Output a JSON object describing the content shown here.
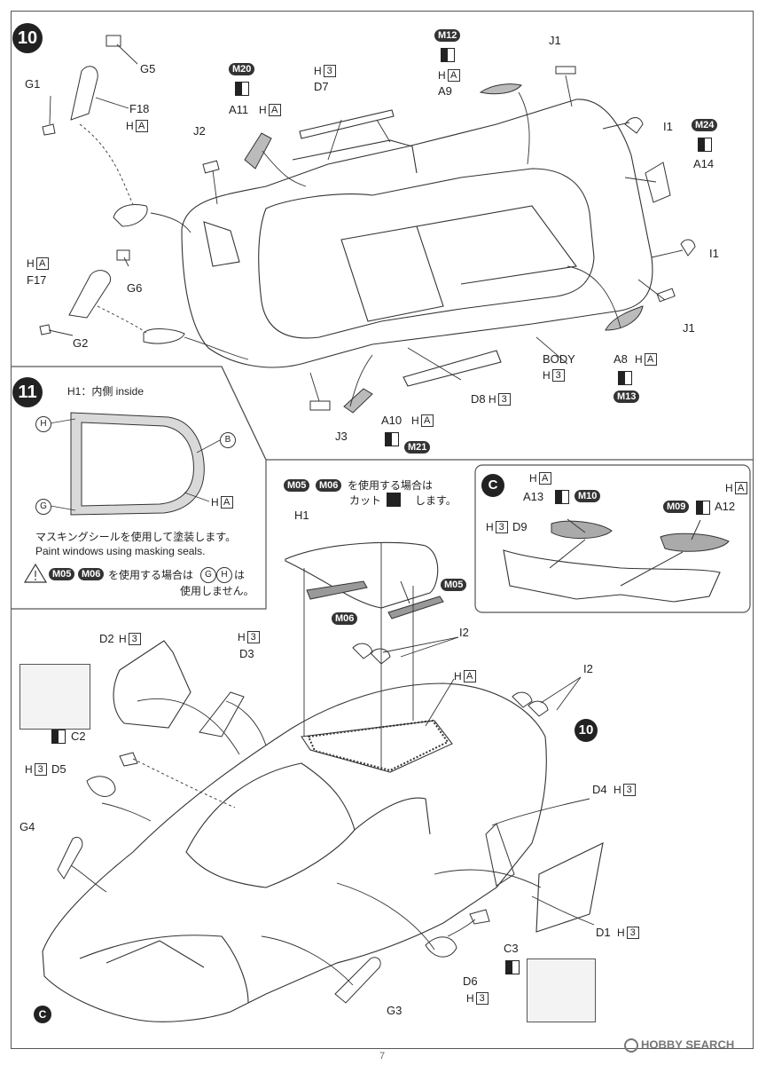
{
  "steps": {
    "s10": "10",
    "s11": "11",
    "s10ref": "10",
    "c": "C",
    "cref": "C"
  },
  "page_number": "7",
  "watermark": "HOBBY SEARCH",
  "h_prefix": "H",
  "hv": {
    "three": "3",
    "a": "A"
  },
  "parts": {
    "g1": "G1",
    "g5": "G5",
    "f18": "F18",
    "j2": "J2",
    "a11": "A11",
    "d7": "D7",
    "a9": "A9",
    "j1a": "J1",
    "i1a": "I1",
    "a14": "A14",
    "i1b": "I1",
    "j1b": "J1",
    "f17": "F17",
    "g6": "G6",
    "g2": "G2",
    "body": "BODY",
    "a8": "A8",
    "d8": "D8",
    "a10": "A10",
    "j3": "J3",
    "h1": "H1",
    "i2a": "I2",
    "i2b": "I2",
    "d2": "D2",
    "d3": "D3",
    "c2": "C2",
    "d5": "D5",
    "g4": "G4",
    "d4": "D4",
    "d1": "D1",
    "c3": "C3",
    "d6": "D6",
    "g3": "G3",
    "a13": "A13",
    "a12": "A12",
    "d9": "D9"
  },
  "colors_badges": {
    "m12": "M12",
    "m20": "M20",
    "m24": "M24",
    "m13": "M13",
    "m21": "M21",
    "m05": "M05",
    "m06": "M06",
    "m10": "M10",
    "m09": "M09"
  },
  "step11": {
    "h1_note": "H1：内側 inside",
    "circ_h": "H",
    "circ_b": "B",
    "circ_g": "G",
    "masking_jp": "マスキングシールを使用して塗装します。",
    "masking_en": "Paint windows using masking seals.",
    "warn_mid": "を使用する場合は",
    "warn_after": "は",
    "warn_line2": "使用しません。"
  },
  "h1_box": {
    "line1_tail": "を使用する場合は",
    "line2_a": "カット",
    "line2_b": "します。"
  }
}
